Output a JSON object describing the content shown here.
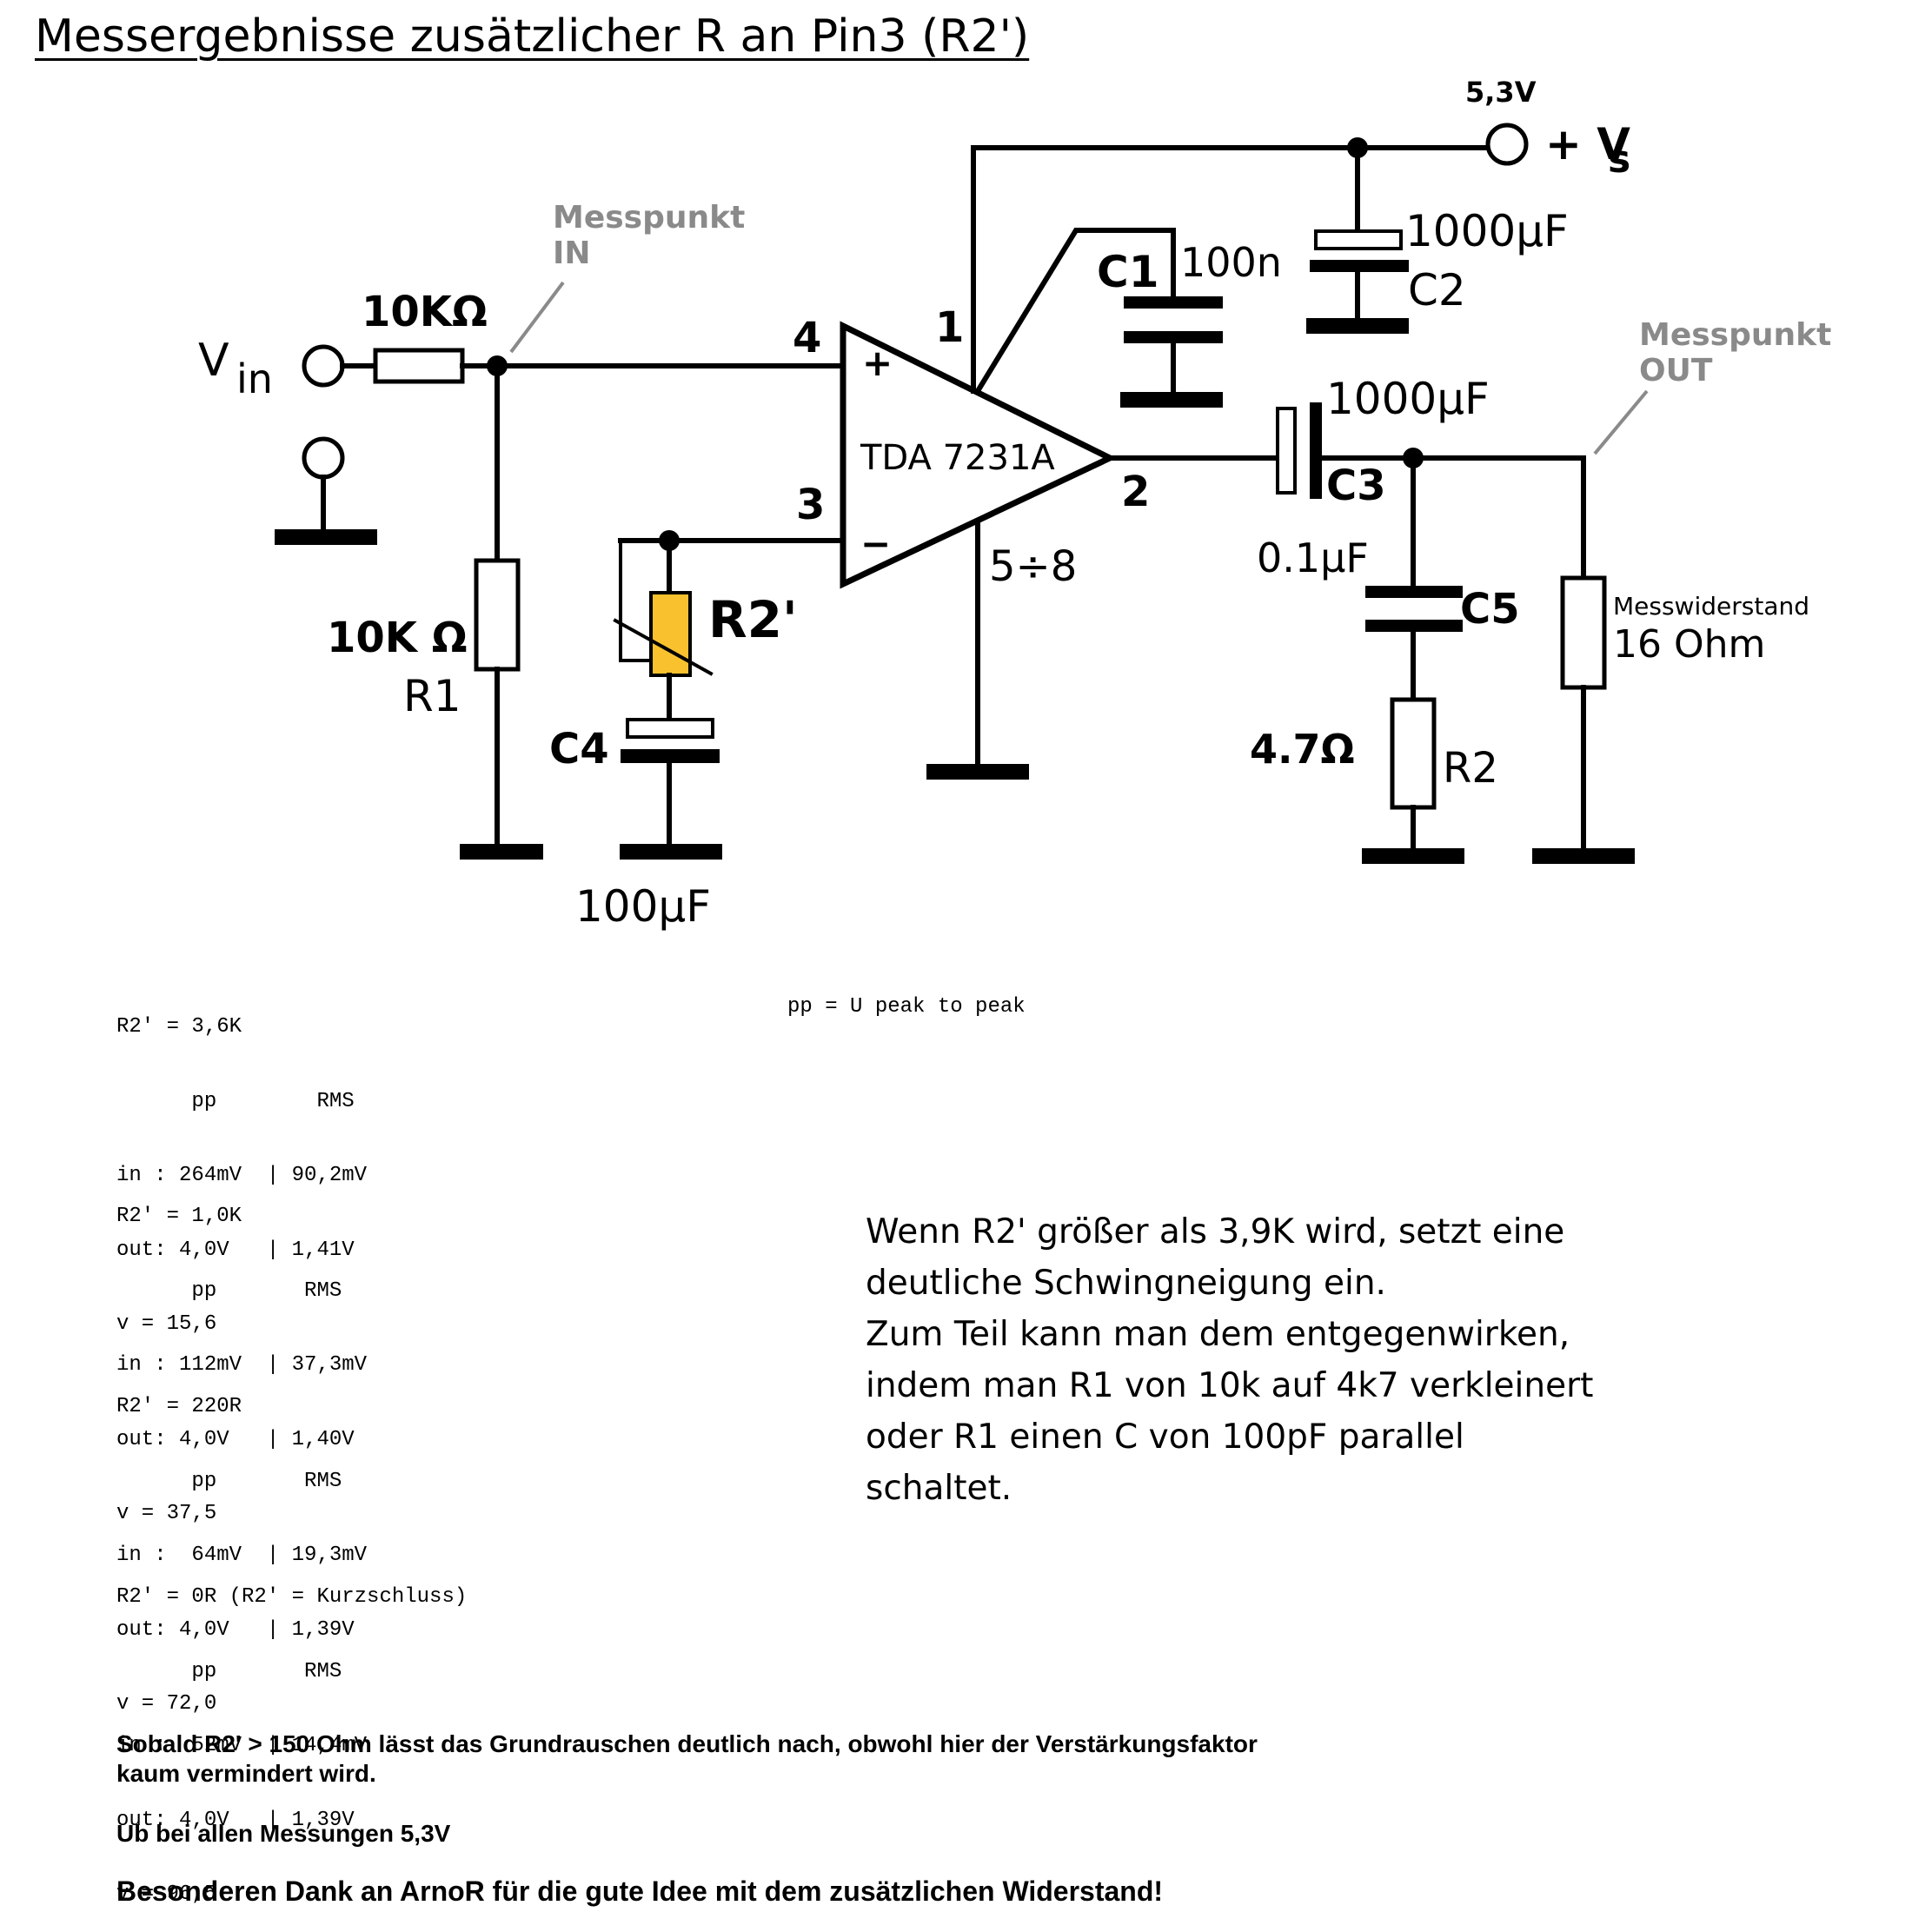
{
  "title": "Messergebnisse zusätzlicher R an Pin3 (R2')",
  "schematic": {
    "supply_voltage": "5,3V",
    "supply_label": "+ V",
    "supply_sub": "s",
    "vin_label": "V",
    "vin_sub": "in",
    "measure_in": [
      "Messpunkt",
      "IN"
    ],
    "measure_out": [
      "Messpunkt",
      "OUT"
    ],
    "r_in_value": "10KΩ",
    "r1_value": "10K Ω",
    "r1_name": "R1",
    "r2prime_name": "R2'",
    "c4_name": "C4",
    "c4_value": "100µF",
    "ic_name": "TDA 7231A",
    "pin4": "4",
    "pin3": "3",
    "pin1": "1",
    "pin2": "2",
    "pin_gnd": "5÷8",
    "plus": "+",
    "minus": "−",
    "c1_name": "C1",
    "c1_value": "100n",
    "c2_value": "1000µF",
    "c2_name": "C2",
    "c3_value": "1000µF",
    "c3_name": "C3",
    "c5_value": "0.1µF",
    "c5_name": "C5",
    "r2_value": "4.7Ω",
    "r2_name": "R2",
    "load_label": "Messwiderstand",
    "load_value": "16 Ohm",
    "colors": {
      "r2prime_fill": "#F9C12E",
      "wire": "#000000",
      "measure_label": "#8a8a8a"
    }
  },
  "pp_note": "pp = U peak to peak",
  "measurements": [
    {
      "header": "R2' = 3,6K",
      "cols": "      pp        RMS",
      "in": "in : 264mV  | 90,2mV",
      "out": "out: 4,0V   | 1,41V",
      "v": "v = 15,6"
    },
    {
      "header": "R2' = 1,0K",
      "cols": "      pp       RMS",
      "in": "in : 112mV  | 37,3mV",
      "out": "out: 4,0V   | 1,40V",
      "v": "v = 37,5"
    },
    {
      "header": "R2' = 220R",
      "cols": "      pp       RMS",
      "in": "in :  64mV  | 19,3mV",
      "out": "out: 4,0V   | 1,39V",
      "v": "v = 72,0"
    },
    {
      "header": "R2' = 0R (R2' = Kurzschluss)",
      "cols": "      pp       RMS",
      "in": "in :  52mV  | 14,4mV",
      "out": "out: 4,0V   | 1,39V",
      "v": "v = 96,5"
    }
  ],
  "note": [
    "Wenn R2' größer als 3,9K wird, setzt eine",
    "deutliche Schwingneigung ein.",
    "Zum Teil kann man dem entgegenwirken,",
    "indem man R1 von 10k auf 4k7 verkleinert",
    "oder R1 einen C von 100pF parallel",
    "schaltet."
  ],
  "noise_note": [
    "Sobald R2' > 150 Ohm lässt das Grundrauschen deutlich nach, obwohl hier der Verstärkungsfaktor",
    "kaum vermindert wird."
  ],
  "ub_note": "Ub bei allen Messungen 5,3V",
  "thanks": "Besonderen Dank an ArnoR für die gute Idee mit dem zusätzlichen Widerstand!"
}
